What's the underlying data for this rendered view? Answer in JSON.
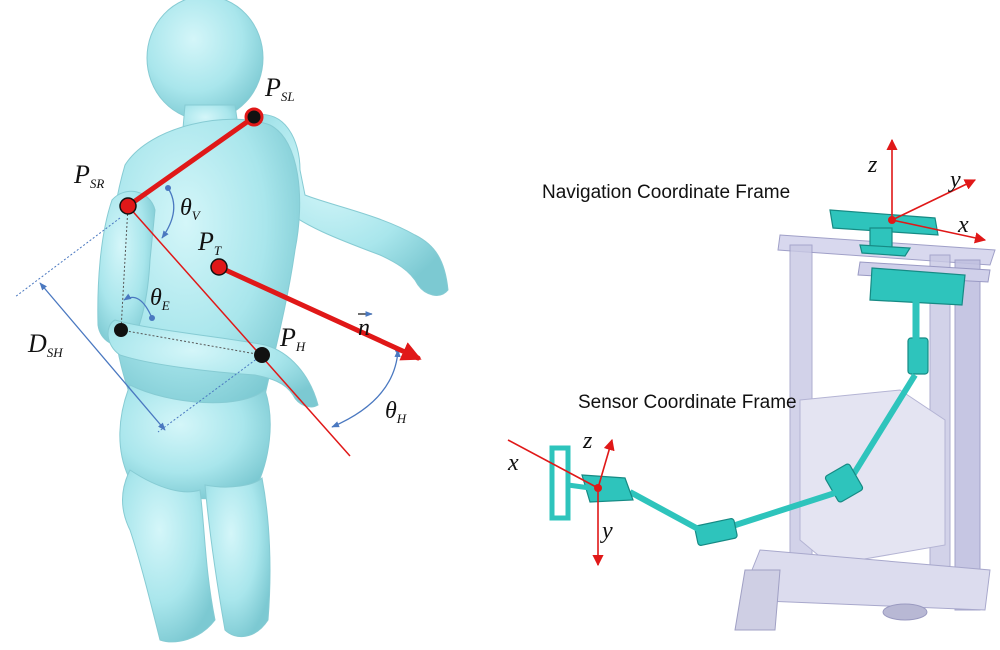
{
  "left_figure": {
    "labels": {
      "p_sl": {
        "main": "P",
        "sub": "SL"
      },
      "p_sr": {
        "main": "P",
        "sub": "SR"
      },
      "p_t": {
        "main": "P",
        "sub": "T"
      },
      "p_h": {
        "main": "P",
        "sub": "H"
      },
      "theta_v": {
        "main": "θ",
        "sub": "V"
      },
      "theta_e": {
        "main": "θ",
        "sub": "E"
      },
      "theta_h": {
        "main": "θ",
        "sub": "H"
      },
      "d_sh": {
        "main": "D",
        "sub": "SH"
      },
      "n_vector": "n"
    },
    "colors": {
      "body": "#a9e6ec",
      "segment": "#e01818",
      "guide": "#4a78c0",
      "joint": "#111111"
    }
  },
  "right_figure": {
    "navigation_frame": {
      "title": "Navigation Coordinate Frame",
      "axes": {
        "z": "z",
        "y": "y",
        "x": "x"
      }
    },
    "sensor_frame": {
      "title": "Sensor Coordinate Frame",
      "axes": {
        "z": "z",
        "x": "x",
        "y": "y"
      }
    },
    "colors": {
      "arm": "#2ec4bc",
      "rack": "#b8b8dc",
      "axis": "#e01818"
    }
  }
}
